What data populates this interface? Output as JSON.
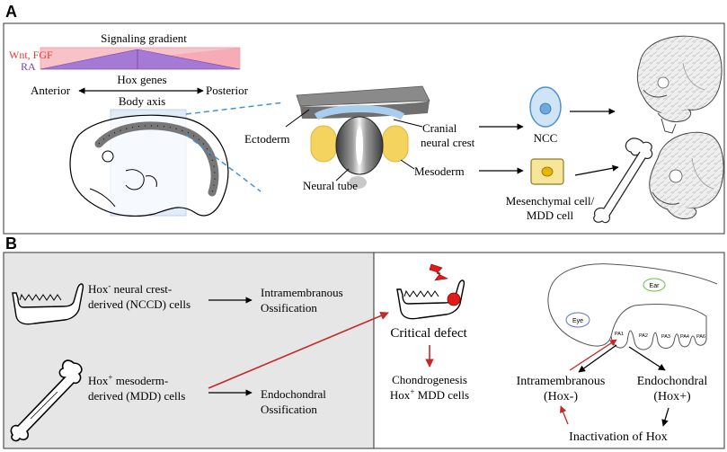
{
  "panel_a": {
    "letter": "A",
    "gradient_title": "Signaling gradient",
    "wnt_fgf": "Wnt, FGF",
    "ra": "RA",
    "hox_genes": "Hox genes",
    "anterior": "Anterior",
    "posterior": "Posterior",
    "body_axis": "Body axis",
    "ectoderm": "Ectoderm",
    "cranial_neural_crest_line1": "Cranial",
    "cranial_neural_crest_line2": "neural crest",
    "neural_tube": "Neural tube",
    "mesoderm": "Mesoderm",
    "ncc": "NCC",
    "mesenchymal_line1": "Mesenchymal cell/",
    "mesenchymal_line2": "MDD cell",
    "colors": {
      "wnt": "#e53935",
      "ra": "#7b3fb0",
      "gradient_pink": "#f5a3ad",
      "gradient_purple": "#9e6fd0",
      "crest_blue": "#a9cdec",
      "mesoderm_yellow": "#f4d35e",
      "cell_yellow": "#f7e69a",
      "dashed_blue": "#4a90d9"
    }
  },
  "panel_b": {
    "letter": "B",
    "hox_minus_line1_prefix": "Hox",
    "hox_minus_sup": "-",
    "hox_minus_line1_suffix": " neural crest-",
    "hox_minus_line2": "derived (NCCD) cells",
    "intramembranous_line1": "Intramembranous",
    "intramembranous_line2": "Ossification",
    "hox_plus_line1_prefix": "Hox",
    "hox_plus_sup": "+",
    "hox_plus_line1_suffix": " mesoderm-",
    "hox_plus_line2": "derived (MDD) cells",
    "endochondral_line1": "Endochondral",
    "endochondral_line2": "Ossification",
    "critical_defect": "Critical defect",
    "chondrogenesis": "Chondrogenesis",
    "hox_mdd_prefix": "Hox",
    "hox_mdd_sup": "+",
    "hox_mdd_suffix": " MDD cells",
    "intramembranous_hox_line1": "Intramembranous",
    "intramembranous_hox_line2": "(Hox-)",
    "endochondral_hox_line1": "Endochondral",
    "endochondral_hox_line2": "(Hox+)",
    "inactivation": "Inactivation of Hox",
    "ear": "Ear",
    "eye": "Eye",
    "pa1": "PA1",
    "pa2": "PA2",
    "pa3": "PA3",
    "pa4": "PA4",
    "pa6": "PA6",
    "colors": {
      "panel_gray": "#e6e6e6",
      "arrow_red": "#c62828",
      "defect_red": "#e01b1b",
      "ear_green": "#6cc04a",
      "eye_blue": "#5b6fd6"
    }
  }
}
